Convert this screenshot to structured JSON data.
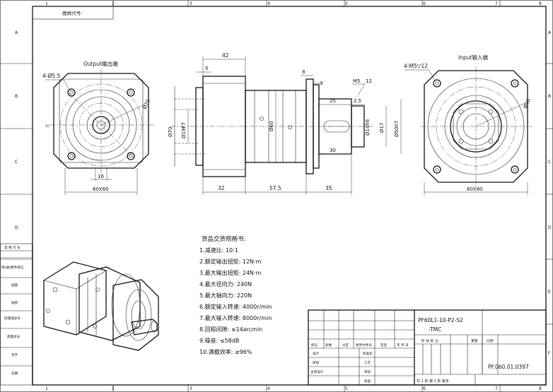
{
  "sheet": {
    "col_labels": [
      "1",
      "2",
      "3",
      "4",
      "5",
      "6",
      "7",
      "8"
    ],
    "row_labels": [
      "A",
      "B",
      "C",
      "D",
      "E",
      "F"
    ],
    "top_left_note": "-图样代号-"
  },
  "views": {
    "output": {
      "title": "Output输出端",
      "hole_callout": "4-Ø5.5",
      "circle_dim": "Ø70",
      "offset_dim": "16",
      "square_dim": "60X60",
      "small_label": "4X"
    },
    "side": {
      "dims": {
        "flange_length": "42",
        "flange_thickness": "5",
        "collar_length": "8",
        "collar_step": "3",
        "tap": "M5",
        "tap_depth": "12",
        "key_offset": "25",
        "key_width": "2.5",
        "dia_pilot": "Ø70",
        "dia_bore": "Ø19F7",
        "dia_body": "Ø60",
        "dia_keyway": "Ø14h6",
        "dia_shaft": "Ø17",
        "dia_input_pilot": "Ø50h7",
        "shaft_dim": "30",
        "seg_1": "32",
        "seg_2": "57.5",
        "seg_3": "35"
      }
    },
    "input": {
      "title": "Input输入端",
      "thread_callout": "4-M5▽12",
      "circle_dim": "Ø90",
      "square_dim": "80X80"
    }
  },
  "spec": {
    "title": "货品交货规格书:",
    "items": [
      "1.减速比: 10:1",
      "2.额定输出扭矩: 12N·m",
      "3.最大输出扭矩: 24N·m",
      "4.最大径向力: 240N",
      "5.最大轴向力: 220N",
      "6.额定输入转速: 4000r/min",
      "7.最大输入转速: 8000r/min",
      "8.回程间隙: ≤14arcmin",
      "9.噪音: ≤58dB",
      "10.满载效率: ≥96%"
    ]
  },
  "left_strip": [
    "常 用 代 号",
    "借(通)用件登记",
    "描图",
    "描校",
    "旧底图总号",
    "底图总号",
    "签字",
    "日期"
  ],
  "title_block": {
    "model_line1": "PF60L1-10-P2-S2",
    "model_line2": "-TMC",
    "revision_headers": [
      "标记",
      "处数",
      "分区",
      "更改文件号",
      "签名",
      "年 月 日"
    ],
    "role_labels": [
      "设计",
      "校核",
      "主管设计"
    ],
    "std_labels": [
      "标准化",
      "工艺",
      "审核",
      "批准"
    ],
    "stage_headers": [
      "阶 段 标 记",
      "重量",
      "比例"
    ],
    "sheet_info": "共 1 张   第 1 张   版本",
    "drawing_number": "PF.060.01.0397"
  }
}
